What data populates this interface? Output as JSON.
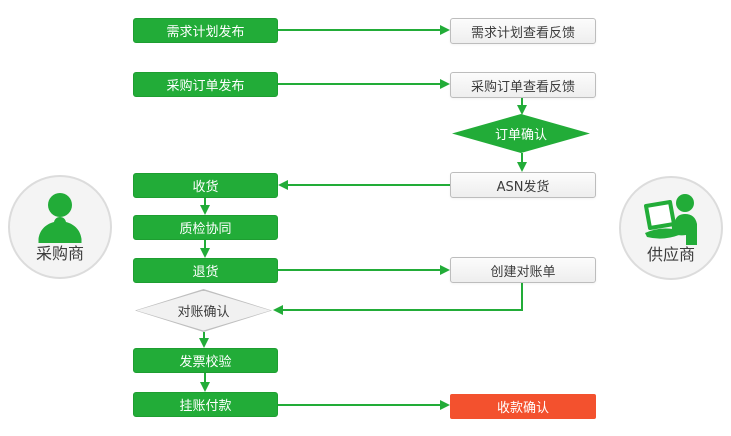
{
  "colors": {
    "accent_green": "#22AC38",
    "accent_red": "#F3512E",
    "gray_box_fill": "#F2F2F2",
    "gray_box_border": "#BDBDBD",
    "text_dark": "#3C3C3C",
    "text_light": "#FFFFFF"
  },
  "actors": {
    "buyer": {
      "label": "采购商",
      "icon": "person-icon"
    },
    "supplier": {
      "label": "供应商",
      "icon": "person-laptop-icon"
    }
  },
  "nodes": {
    "demand_plan_publish": {
      "label": "需求计划发布",
      "shape": "rect",
      "style": "green"
    },
    "demand_plan_feedback": {
      "label": "需求计划查看反馈",
      "shape": "rect",
      "style": "gray"
    },
    "po_publish": {
      "label": "采购订单发布",
      "shape": "rect",
      "style": "green"
    },
    "po_feedback": {
      "label": "采购订单查看反馈",
      "shape": "rect",
      "style": "gray"
    },
    "order_confirm": {
      "label": "订单确认",
      "shape": "diamond",
      "style": "green"
    },
    "receiving": {
      "label": "收货",
      "shape": "rect",
      "style": "green"
    },
    "asn_shipping": {
      "label": "ASN发货",
      "shape": "rect",
      "style": "gray"
    },
    "quality_inspection": {
      "label": "质检协同",
      "shape": "rect",
      "style": "green"
    },
    "returns": {
      "label": "退货",
      "shape": "rect",
      "style": "green"
    },
    "create_statement": {
      "label": "创建对账单",
      "shape": "rect",
      "style": "gray"
    },
    "statement_confirm": {
      "label": "对账确认",
      "shape": "diamond",
      "style": "white"
    },
    "invoice_verification": {
      "label": "发票校验",
      "shape": "rect",
      "style": "green"
    },
    "pending_payment": {
      "label": "挂账付款",
      "shape": "rect",
      "style": "green"
    },
    "receipt_confirm": {
      "label": "收款确认",
      "shape": "rect",
      "style": "red"
    }
  },
  "flow": [
    {
      "from": "demand_plan_publish",
      "to": "demand_plan_feedback"
    },
    {
      "from": "po_publish",
      "to": "po_feedback"
    },
    {
      "from": "po_feedback",
      "to": "order_confirm"
    },
    {
      "from": "order_confirm",
      "to": "asn_shipping"
    },
    {
      "from": "asn_shipping",
      "to": "receiving"
    },
    {
      "from": "receiving",
      "to": "quality_inspection"
    },
    {
      "from": "quality_inspection",
      "to": "returns"
    },
    {
      "from": "returns",
      "to": "create_statement"
    },
    {
      "from": "create_statement",
      "to": "statement_confirm"
    },
    {
      "from": "statement_confirm",
      "to": "invoice_verification"
    },
    {
      "from": "invoice_verification",
      "to": "pending_payment"
    },
    {
      "from": "pending_payment",
      "to": "receipt_confirm"
    }
  ]
}
